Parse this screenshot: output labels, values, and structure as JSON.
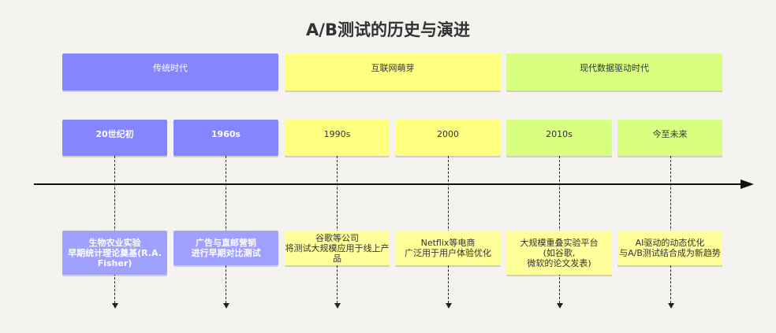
{
  "title": "A/B测试的历史与演进",
  "eras": [
    {
      "label": "传统时代",
      "color": "#8585ff"
    },
    {
      "label": "互联网萌芽",
      "color": "#ffff80"
    },
    {
      "label": "现代数据驱动时代",
      "color": "#d8ff80"
    }
  ],
  "periods": [
    {
      "label": "20世纪初",
      "desc": "生物农业实验\n早期统计理论奠基(R.A.\nFisher)"
    },
    {
      "label": "1960s",
      "desc": "广告与直邮营销\n进行早期对比测试"
    },
    {
      "label": "1990s",
      "desc": "谷歌等公司\n将测试大规模应用于线上产品"
    },
    {
      "label": "2000",
      "desc": "Netflix等电商\n广泛用于用户体验优化"
    },
    {
      "label": "2010s",
      "desc": "大规模重叠实验平台\n(如谷歌,\n微软的论文发表)"
    },
    {
      "label": "今至未来",
      "desc": "AI驱动的动态优化\n与A/B测试结合成为新趋势"
    }
  ]
}
